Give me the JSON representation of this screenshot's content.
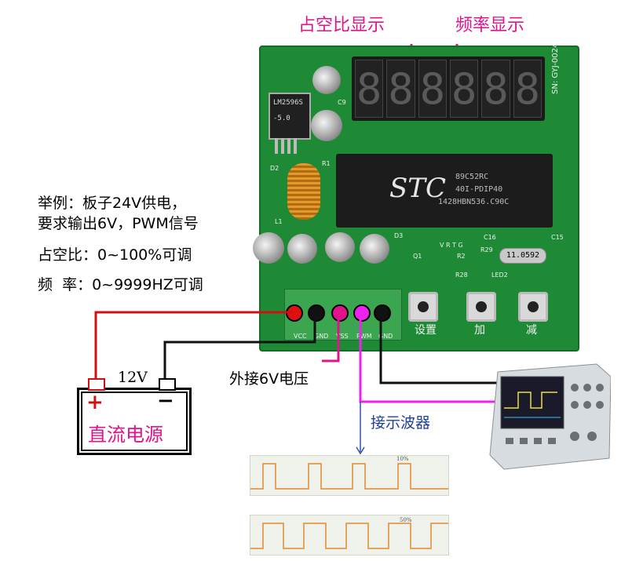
{
  "header": {
    "duty_display": "占空比显示",
    "freq_display": "频率显示"
  },
  "notes": {
    "line1": "举例：板子24V供电，",
    "line2": "要求输出6V，PWM信号",
    "line3": "占空比：0~100%可调",
    "line4": "频  率：0~9999HZ可调"
  },
  "board": {
    "chip_brand": "STC",
    "chip_model": "89C52RC",
    "chip_sub": "40I-PDIP40",
    "chip_code": "1428HBN536.C90C",
    "regulator": "LM2596S",
    "regulator_sub": "-5.0",
    "serial": "SN: GYJ-0024",
    "crystal": "11.0592",
    "terminal_labels": [
      "VCC",
      "GND",
      "VSS",
      "PWM",
      "GND"
    ],
    "buttons": [
      "设置",
      "加",
      "减"
    ],
    "component_labels": [
      "L1",
      "D2",
      "C9",
      "R1",
      "D3",
      "C15",
      "C16",
      "R28",
      "LED2",
      "R29",
      "Q1",
      "R2",
      "V R T G"
    ]
  },
  "battery": {
    "voltage": "12V",
    "plus": "+",
    "minus": "−",
    "label": "直流电源"
  },
  "labels": {
    "ext_supply": "外接6V电压",
    "scope_conn": "接示波器"
  },
  "waves": {
    "top_label": "10%",
    "bottom_label": "50%"
  },
  "colors": {
    "magenta": "#e0128c",
    "red_wire": "#d01010",
    "black_wire": "#111111",
    "pcb_green": "#1f8a36"
  }
}
